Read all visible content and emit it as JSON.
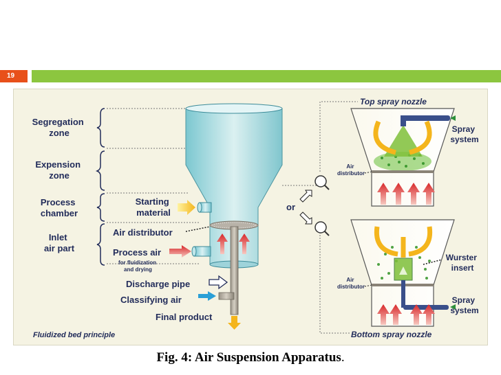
{
  "slide": {
    "number": "19"
  },
  "colors": {
    "header_number_bg": "#e8501a",
    "header_stripe": "#8cc63f",
    "figure_bg": "#f5f3e3",
    "label_text": "#222c5a"
  },
  "zones": {
    "segregation": [
      "Segregation",
      "zone"
    ],
    "expension": [
      "Expension",
      "zone"
    ],
    "process": [
      "Process",
      "chamber"
    ],
    "inlet": [
      "Inlet",
      "air part"
    ]
  },
  "labels": {
    "starting_material": [
      "Starting",
      "material"
    ],
    "air_distributor": "Air distributor",
    "process_air": "Process air",
    "process_air_sub": [
      "for fluidization",
      "and drying"
    ],
    "discharge_pipe": "Discharge pipe",
    "classifying_air": "Classifying air",
    "final_product": "Final product",
    "fluidized_bed": "Fluidized bed principle",
    "or": "or"
  },
  "top_spray": {
    "title": "Top spray nozzle",
    "spray_system": [
      "Spray",
      "system"
    ],
    "air_distributor": [
      "Air",
      "distributor"
    ]
  },
  "bottom_spray": {
    "title": "Bottom spray nozzle",
    "wurster": [
      "Wurster",
      "insert"
    ],
    "spray_system": [
      "Spray",
      "system"
    ],
    "air_distributor": [
      "Air",
      "distributor"
    ]
  },
  "caption": {
    "text": "Fig. 4: Air Suspension Apparatus",
    "period": "."
  }
}
